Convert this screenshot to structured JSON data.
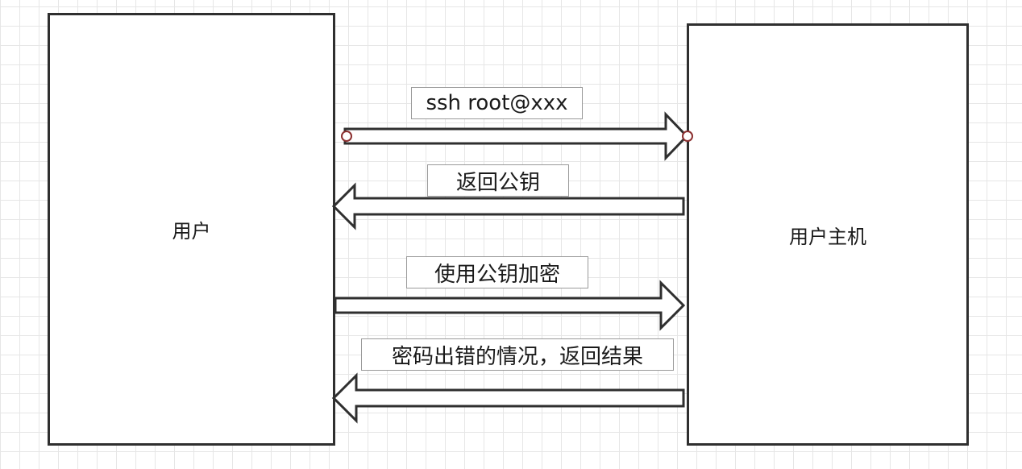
{
  "diagram": {
    "nodes": [
      {
        "id": "user",
        "label": "用户"
      },
      {
        "id": "host",
        "label": "用户主机"
      }
    ],
    "edges": [
      {
        "from": "user",
        "to": "host",
        "label": "ssh root@xxx"
      },
      {
        "from": "host",
        "to": "user",
        "label": "返回公钥"
      },
      {
        "from": "user",
        "to": "host",
        "label": "使用公钥加密"
      },
      {
        "from": "host",
        "to": "user",
        "label": "密码出错的情况，返回结果"
      }
    ],
    "colors": {
      "stroke": "#2f2f2f",
      "connector_point": "#8b2f2f",
      "label_border": "#9a9a9a"
    }
  }
}
